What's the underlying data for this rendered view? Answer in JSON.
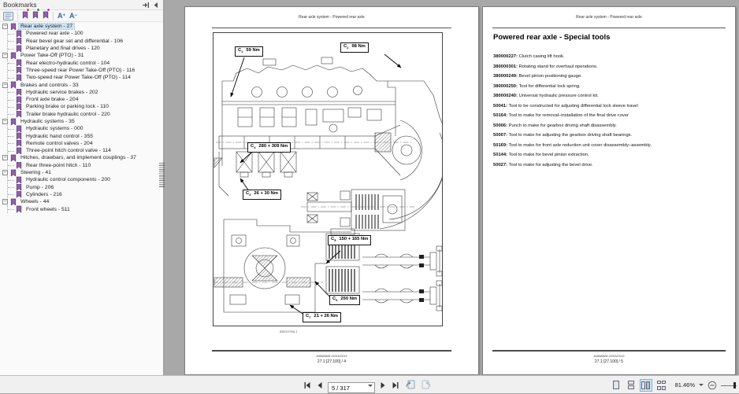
{
  "bookmarks_panel": {
    "title": "Bookmarks",
    "expander_glyph": "−",
    "toolbar": {
      "badge_colors": [
        "#d14f28",
        "#2e8b2e",
        "#b03ab0"
      ],
      "text_size_buttons": [
        {
          "letter": "A",
          "sign": "+"
        },
        {
          "letter": "A",
          "sign": "−"
        }
      ]
    },
    "tree": [
      {
        "label": "Rear axle system - 27",
        "selected": true,
        "children": [
          {
            "label": "Powered rear axle - 100"
          },
          {
            "label": "Rear bevel gear set and differential - 106"
          },
          {
            "label": "Planetary and final drives - 120"
          }
        ]
      },
      {
        "label": "Power Take-Off (PTO) - 31",
        "children": [
          {
            "label": "Rear electro-hydraulic control - 104"
          },
          {
            "label": "Three-speed rear Power Take-Off (PTO) - 116"
          },
          {
            "label": "Two-speed rear Power Take-Off (PTO) - 114"
          }
        ]
      },
      {
        "label": "Brakes and controls - 33",
        "children": [
          {
            "label": "Hydraulic service brakes - 202"
          },
          {
            "label": "Front axle brake - 204"
          },
          {
            "label": "Parking brake or parking lock - 110"
          },
          {
            "label": "Trailer brake hydraulic control - 220"
          }
        ]
      },
      {
        "label": "Hydraulic systems - 35",
        "children": [
          {
            "label": "Hydraulic systems - 000"
          },
          {
            "label": "Hydraulic hand control - 355"
          },
          {
            "label": "Remote control valves - 204"
          },
          {
            "label": "Three-point hitch control valve - 114"
          }
        ]
      },
      {
        "label": "Hitches, drawbars, and implement couplings - 37",
        "children": [
          {
            "label": "Rear three-point hitch - 110"
          }
        ]
      },
      {
        "label": "Steering - 41",
        "children": [
          {
            "label": "Hydraulic control components - 200"
          },
          {
            "label": "Pump - 206"
          },
          {
            "label": "Cylinders - 216"
          }
        ]
      },
      {
        "label": "Wheels - 44",
        "children": [
          {
            "label": "Front wheels - 511"
          }
        ]
      }
    ]
  },
  "pages": {
    "left": {
      "header": "Rear axle system - Powered rear axle",
      "callouts": [
        {
          "label": "C",
          "sub": "1",
          "value": "59 Nm"
        },
        {
          "label": "C",
          "sub": "2",
          "value": "98 Nm"
        },
        {
          "label": "C",
          "sub": "4",
          "value": "280 + 309 Nm"
        },
        {
          "label": "C",
          "sub": "3",
          "value": "26 + 30 Nm"
        },
        {
          "label": "C",
          "sub": "5",
          "value": "150 + 165 Nm"
        },
        {
          "label": "C",
          "sub": "6",
          "value": "250 Nm"
        },
        {
          "label": "C",
          "sub": "7",
          "value": "21 + 26 Nm"
        }
      ],
      "figure_caption": "BSE3709A    1",
      "footer_line1": "84568828 22/03/2013",
      "footer_line2": "27.1 [27.100] / 4"
    },
    "right": {
      "header": "Rear axle system - Powered rear axle",
      "title": "Powered rear axle - Special tools",
      "tools": [
        {
          "code": "380000227",
          "desc": "Clutch casing lift hook."
        },
        {
          "code": "380000301",
          "desc": "Rotating stand for overhaul operations."
        },
        {
          "code": "380000249",
          "desc": "Bevel pinion positioning gauge."
        },
        {
          "code": "380000250",
          "desc": "Tool for differential lock spring."
        },
        {
          "code": "380000240",
          "desc": "Universal hydraulic pressure control kit."
        },
        {
          "code": "50041",
          "desc": "Tool to be constructed for adjusting differential lock sleeve travel"
        },
        {
          "code": "50164",
          "desc": "Tool to make for removal–installation of the final drive cover"
        },
        {
          "code": "50006",
          "desc": "Punch to make for gearbox driving shaft disassembly."
        },
        {
          "code": "50007",
          "desc": "Tool to make for adjusting the gearbox driving shaft bearings."
        },
        {
          "code": "50169",
          "desc": "Tool to make for front axle reduction unit cover disassembly–assembly."
        },
        {
          "code": "50144",
          "desc": "Tool to make for bevel pinion extraction."
        },
        {
          "code": "50027",
          "desc": "Tool to make for adjusting the bevel drive."
        }
      ],
      "footer_line1": "84568828 22/03/2013",
      "footer_line2": "27.1 [27.100] / 5"
    }
  },
  "statusbar": {
    "page_field": "5 / 317",
    "zoom_level": "81.46%"
  }
}
